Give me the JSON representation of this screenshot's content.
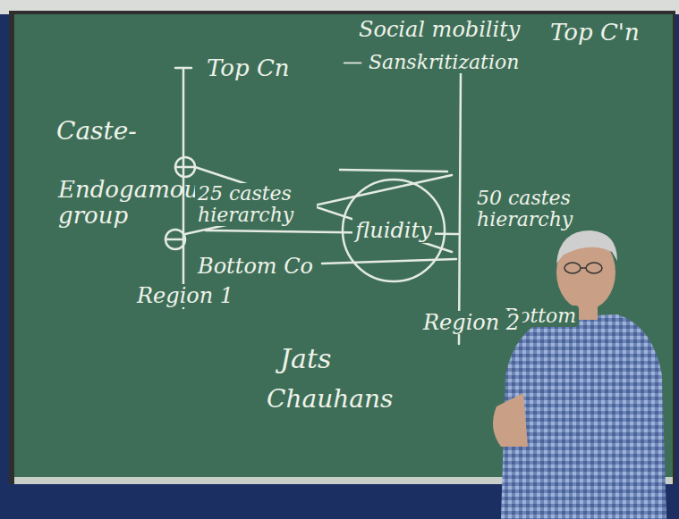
{
  "diagram": {
    "nodes": [
      {
        "text": [
          "fluidity"
        ]
      }
    ],
    "labels": [
      "Caste-",
      "Endogamous group",
      "Top Cn",
      "Social mobility",
      "— Sanskritization",
      "Top C'n",
      "25 castes hierarchy",
      "Bottom Co",
      "Region 1",
      "50 castes hierarchy",
      "Bottom",
      "Region 2",
      "Jats",
      "Chauhans"
    ]
  }
}
